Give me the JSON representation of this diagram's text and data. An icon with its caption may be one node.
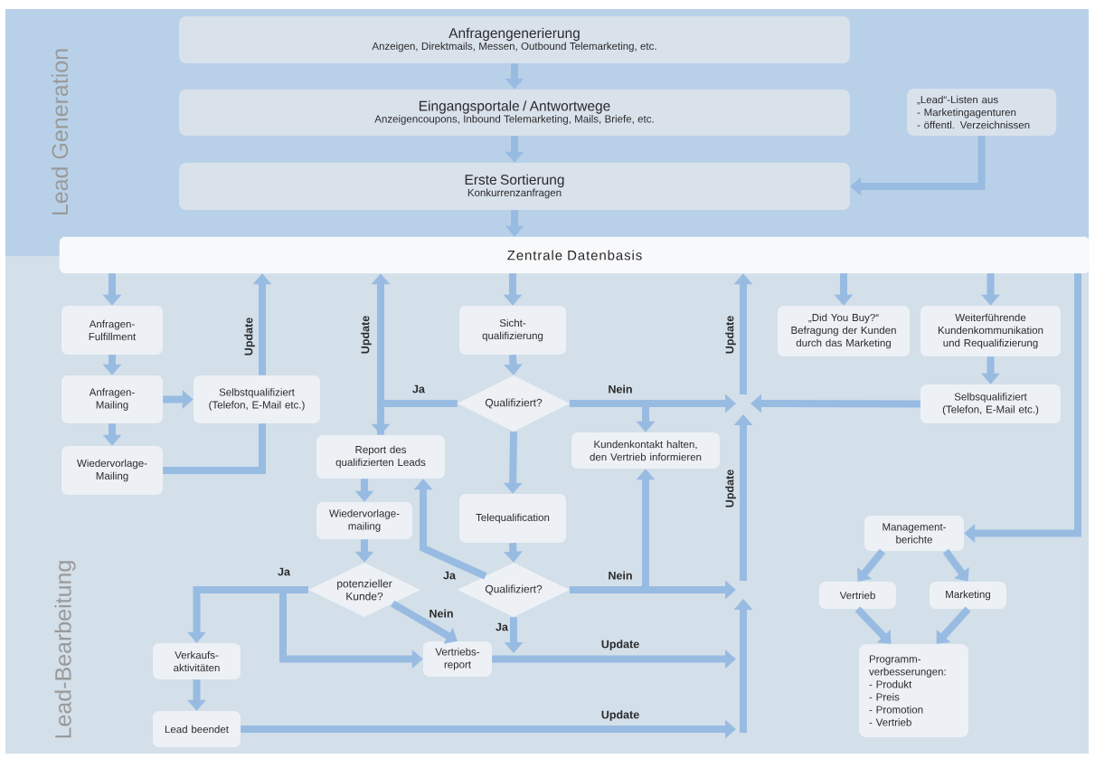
{
  "diagram": {
    "nodes": [
      {
        "text": [
          "Lead Generation"
        ]
      },
      {
        "text": [
          "Lead-Bearbeitung"
        ]
      },
      {
        "text": [
          "Anfragengenerierung",
          "Anzeigen, Direktmails, Messen, Outbound Telemarketing, etc."
        ],
        "in": 0
      },
      {
        "text": [
          "Eingangsportale / Antwortwege",
          "Anzeigencoupons, Inbound Telemarketing, Mails, Briefe, etc."
        ],
        "in": 0
      },
      {
        "text": [
          "„Lead“-Listen aus",
          "- Marketingagenturen",
          "- öffentl. Verzeichnissen"
        ],
        "in": 0
      },
      {
        "text": [
          "Erste Sortierung",
          "Konkurrenzanfragen"
        ],
        "in": 0
      },
      {
        "text": [
          "Zentrale Datenbasis"
        ]
      },
      {
        "text": [
          "Anfragen- Fulfillment"
        ],
        "in": 1
      },
      {
        "text": [
          "Anfragen- Mailing"
        ],
        "in": 1
      },
      {
        "text": [
          "Wiedervorlage- Mailing"
        ],
        "in": 1
      },
      {
        "text": [
          "Selbstqualifiziert (Telefon, E-Mail etc.)"
        ],
        "in": 1
      },
      {
        "text": [
          "Sicht- qualifizierung"
        ],
        "in": 1
      },
      {
        "text": [
          "Qualifiziert?"
        ],
        "in": 1
      },
      {
        "text": [
          "Report des qualifizierten Leads"
        ],
        "in": 1
      },
      {
        "text": [
          "Kundenkontakt halten, den Vertrieb informieren"
        ],
        "in": 1
      },
      {
        "text": [
          "„Did You Buy?“ Befragung der Kunden durch das Marketing"
        ],
        "in": 1
      },
      {
        "text": [
          "Weiterführende Kundenkommunikation und Requalifizierung"
        ],
        "in": 1
      },
      {
        "text": [
          "Selbsqualifiziert (Telefon, E-Mail etc.)"
        ],
        "in": 1
      },
      {
        "text": [
          "Wiedervorlage- mailing"
        ],
        "in": 1
      },
      {
        "text": [
          "Telequalification"
        ],
        "in": 1
      },
      {
        "text": [
          "potenzieller Kunde?"
        ],
        "in": 1
      },
      {
        "text": [
          "Qualifiziert?"
        ],
        "in": 1
      },
      {
        "text": [
          "Management- berichte"
        ],
        "in": 1
      },
      {
        "text": [
          "Verkaufs- aktivitäten"
        ],
        "in": 1
      },
      {
        "text": [
          "Vertriebs- report"
        ],
        "in": 1
      },
      {
        "text": [
          "Vertrieb"
        ],
        "in": 1
      },
      {
        "text": [
          "Marketing"
        ],
        "in": 1
      },
      {
        "text": [
          "Lead beendet"
        ],
        "in": 1
      },
      {
        "text": [
          "Programm- verbesserungen:",
          "- Produkt",
          "- Preis",
          "- Promotion",
          "- Vertrieb"
        ],
        "in": 1
      }
    ],
    "edges": [
      {
        "from": 2,
        "to": 3,
        "arrow": "to"
      },
      {
        "from": 3,
        "to": 5,
        "arrow": "to"
      },
      {
        "from": 4,
        "to": 5,
        "arrow": "to"
      },
      {
        "from": 5,
        "to": 6,
        "arrow": "to"
      },
      {
        "from": 6,
        "to": 7,
        "arrow": "to"
      },
      {
        "from": 7,
        "to": 8,
        "arrow": "to"
      },
      {
        "from": 8,
        "to": 9,
        "arrow": "to"
      },
      {
        "from": 8,
        "to": 10,
        "arrow": "to"
      },
      {
        "from": 10,
        "to": 6,
        "arrow": "to",
        "label": "Update"
      },
      {
        "from": 9,
        "to": 10,
        "arrow": "none"
      },
      {
        "from": 6,
        "to": 11,
        "arrow": "to"
      },
      {
        "from": 11,
        "to": 12,
        "arrow": "to"
      },
      {
        "from": 12,
        "to": 13,
        "arrow": "to",
        "label": "Ja"
      },
      {
        "from": 13,
        "to": 6,
        "arrow": "to",
        "label": "Update"
      },
      {
        "from": 12,
        "to": null,
        "arrow": "to",
        "label": "Nein"
      },
      {
        "from": 12,
        "to": 14,
        "arrow": "to"
      },
      {
        "from": 12,
        "to": 19,
        "arrow": "to"
      },
      {
        "from": 17,
        "to": null,
        "arrow": "to"
      },
      {
        "from": null,
        "to": 6,
        "arrow": "to",
        "label": "Update"
      },
      {
        "from": 6,
        "to": 15,
        "arrow": "to"
      },
      {
        "from": 6,
        "to": 16,
        "arrow": "to"
      },
      {
        "from": 16,
        "to": 17,
        "arrow": "to"
      },
      {
        "from": 6,
        "to": 22,
        "arrow": "to"
      },
      {
        "from": 13,
        "to": 18,
        "arrow": "to"
      },
      {
        "from": 18,
        "to": 20,
        "arrow": "to"
      },
      {
        "from": 19,
        "to": 21,
        "arrow": "to"
      },
      {
        "from": 21,
        "to": 13,
        "arrow": "to",
        "label": "Ja"
      },
      {
        "from": 21,
        "to": null,
        "arrow": "to",
        "label": "Nein"
      },
      {
        "from": 21,
        "to": 14,
        "arrow": "to"
      },
      {
        "from": 21,
        "to": null,
        "arrow": "to",
        "label": "Ja"
      },
      {
        "from": 24,
        "to": null,
        "arrow": "to",
        "label": "Update"
      },
      {
        "from": 20,
        "to": 23,
        "arrow": "to",
        "label": "Ja"
      },
      {
        "from": 20,
        "to": 24,
        "arrow": "to"
      },
      {
        "from": 20,
        "to": 24,
        "arrow": "to",
        "label": "Nein"
      },
      {
        "from": 23,
        "to": 27,
        "arrow": "to"
      },
      {
        "from": 27,
        "to": null,
        "arrow": "to",
        "label": "Update"
      },
      {
        "from": 22,
        "to": 25,
        "arrow": "to"
      },
      {
        "from": 22,
        "to": 26,
        "arrow": "to"
      },
      {
        "from": 25,
        "to": 28,
        "arrow": "to"
      },
      {
        "from": 26,
        "to": 28,
        "arrow": "to"
      }
    ],
    "labels": [
      "Update"
    ]
  }
}
